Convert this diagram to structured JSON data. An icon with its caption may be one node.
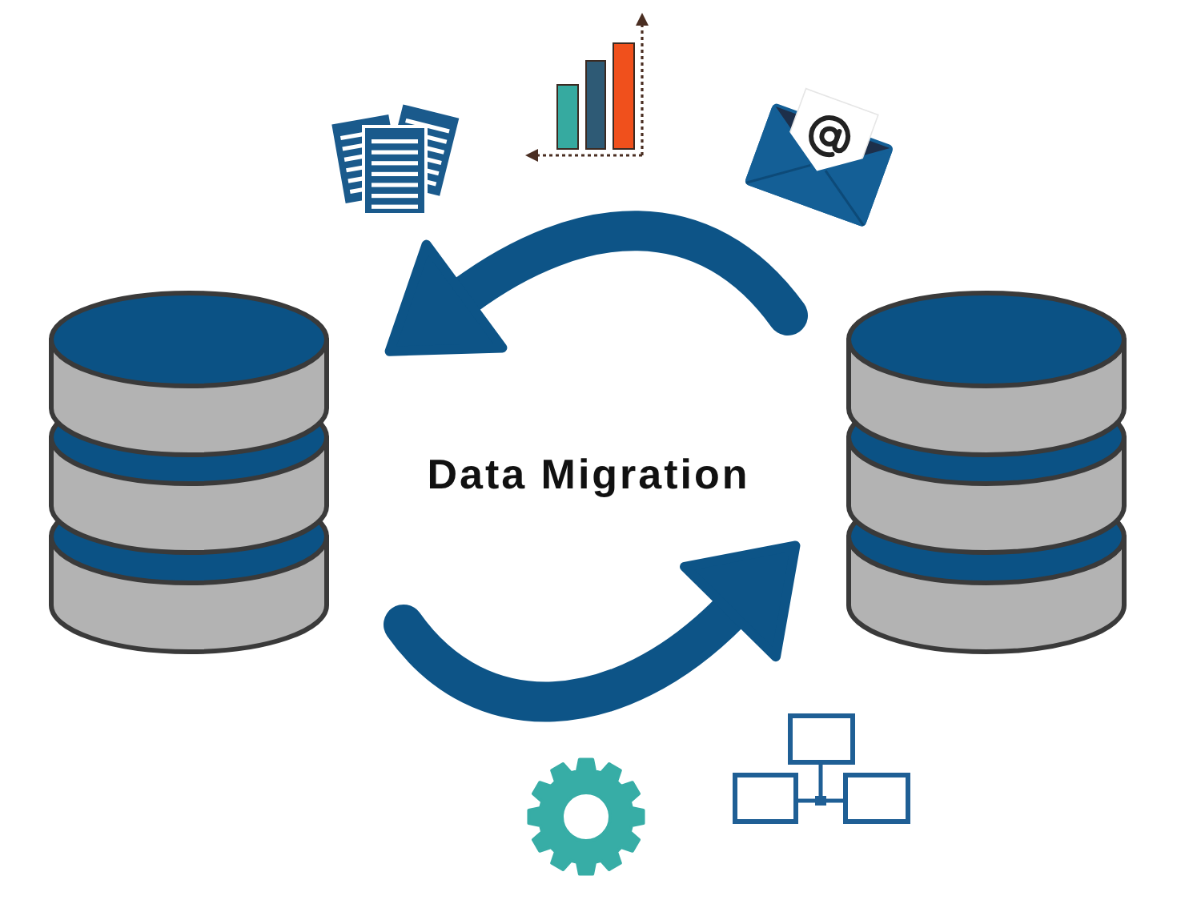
{
  "diagram": {
    "title": "Data Migration",
    "nodes": [
      {
        "text": [],
        "shape": "cylinder"
      },
      {
        "text": [],
        "shape": "cylinder"
      }
    ],
    "edges": [
      {
        "from": 1,
        "to": 0,
        "arrow": "to"
      },
      {
        "from": 0,
        "to": 1,
        "arrow": "to"
      }
    ]
  }
}
